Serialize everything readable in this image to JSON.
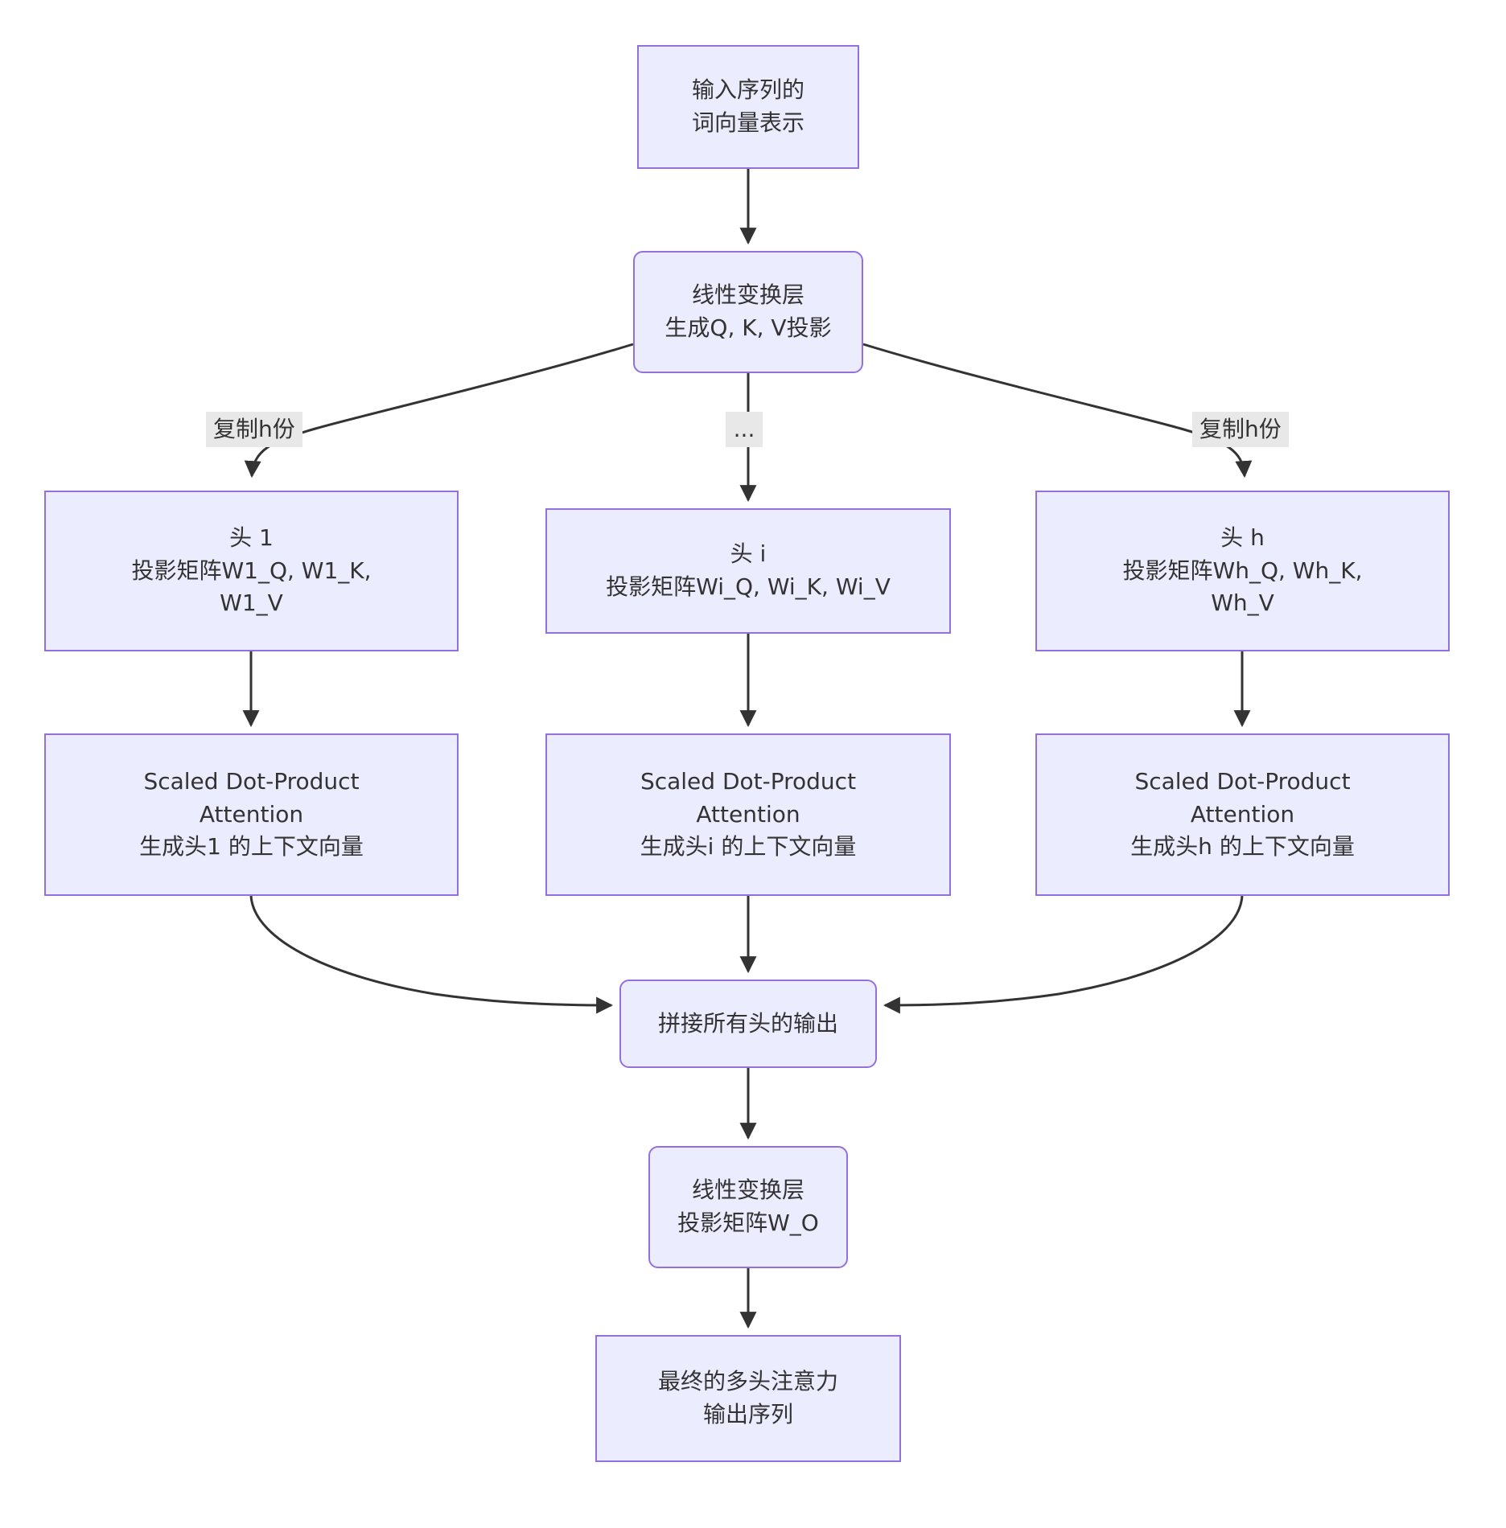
{
  "diagram": {
    "type": "flowchart",
    "direction": "top-down",
    "nodes": {
      "input_embedding": {
        "label": "输入序列的\n词向量表示",
        "shape": "rect"
      },
      "linear_qkv": {
        "label": "线性变换层\n生成Q, K, V投影",
        "shape": "rounded"
      },
      "head_1": {
        "label": "头 1\n投影矩阵W1_Q, W1_K,\nW1_V",
        "shape": "rect"
      },
      "head_i": {
        "label": "头 i\n投影矩阵Wi_Q, Wi_K, Wi_V",
        "shape": "rect"
      },
      "head_h": {
        "label": "头 h\n投影矩阵Wh_Q, Wh_K,\nWh_V",
        "shape": "rect"
      },
      "attention_1": {
        "label": "Scaled Dot-Product\nAttention\n生成头1 的上下文向量",
        "shape": "rect"
      },
      "attention_i": {
        "label": "Scaled Dot-Product\nAttention\n生成头i 的上下文向量",
        "shape": "rect"
      },
      "attention_h": {
        "label": "Scaled Dot-Product\nAttention\n生成头h 的上下文向量",
        "shape": "rect"
      },
      "concat": {
        "label": "拼接所有头的输出",
        "shape": "rounded"
      },
      "linear_output": {
        "label": "线性变换层\n投影矩阵W_O",
        "shape": "rounded"
      },
      "final_output": {
        "label": "最终的多头注意力\n输出序列",
        "shape": "rect"
      }
    },
    "edge_labels": {
      "copy_left": "复制h份",
      "ellipsis": "...",
      "copy_right": "复制h份"
    },
    "edges": [
      "input_embedding -> linear_qkv",
      "linear_qkv -> head_1 (复制h份)",
      "linear_qkv -> head_i (...)",
      "linear_qkv -> head_h (复制h份)",
      "head_1 -> attention_1",
      "head_i -> attention_i",
      "head_h -> attention_h",
      "attention_1 -> concat",
      "attention_i -> concat",
      "attention_h -> concat",
      "concat -> linear_output",
      "linear_output -> final_output"
    ],
    "colors": {
      "node_fill": "#ECECFF",
      "node_border": "#9370DB",
      "edge_stroke": "#333333",
      "text": "#333333",
      "edge_label_bg": "#e8e8e8",
      "background": "#ffffff"
    }
  }
}
